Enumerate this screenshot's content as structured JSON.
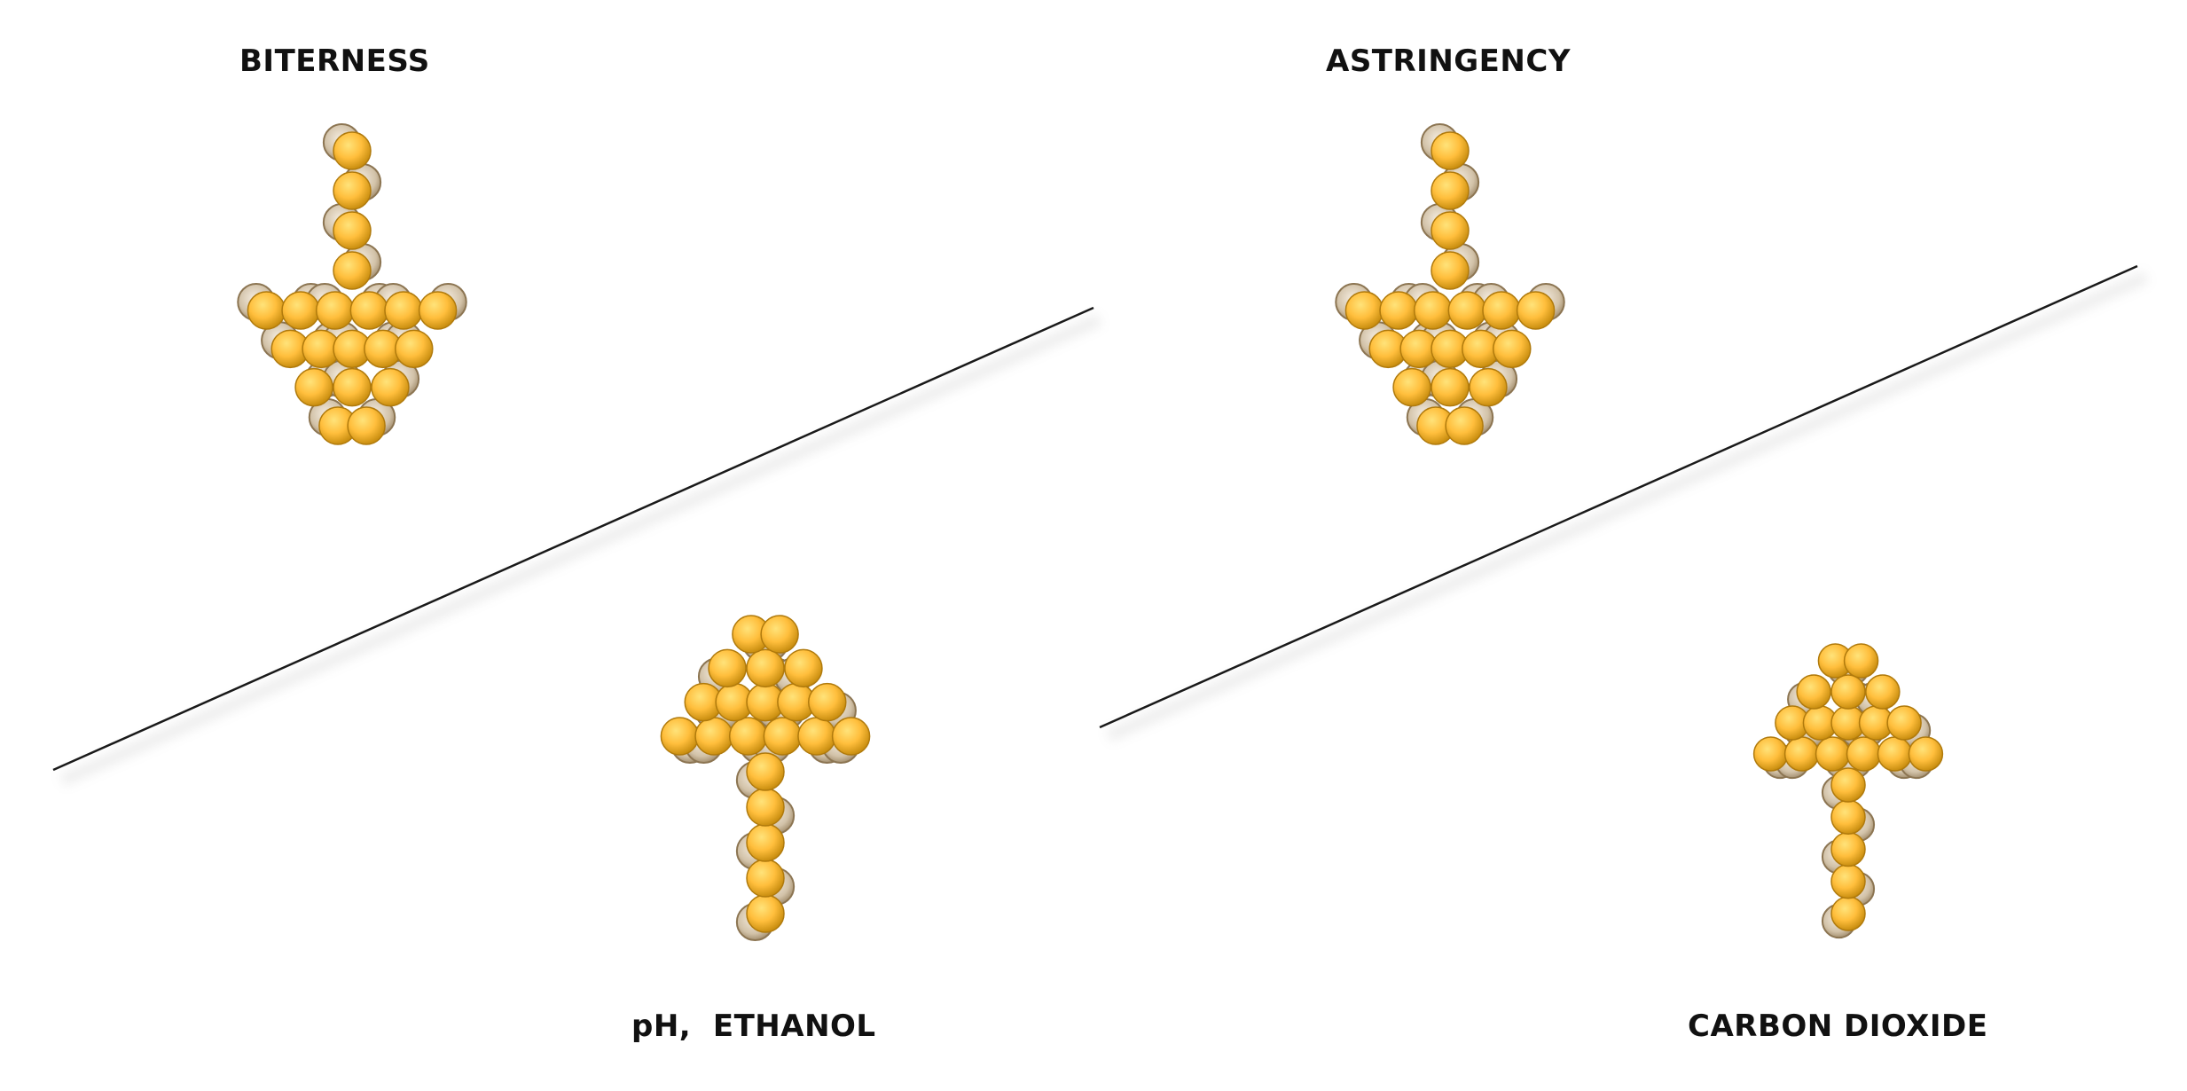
{
  "panels": [
    {
      "id": "left",
      "top_label": "BITERNESS",
      "bottom_label": "pH,  ETHANOL"
    },
    {
      "id": "right",
      "top_label": "ASTRINGENCY",
      "bottom_label": "CARBON DIOXIDE"
    }
  ],
  "colors": {
    "bead_fill": "#ffbe3c",
    "bead_highlight": "#ffe37a",
    "bead_shadow": "#c98e10",
    "back_bead": "#d2c2a8",
    "back_bead_dark": "#8c7552",
    "line": "#1a1a1a"
  },
  "icons": {
    "down_arrow": "down-arrow-icon",
    "up_arrow": "up-arrow-icon"
  }
}
